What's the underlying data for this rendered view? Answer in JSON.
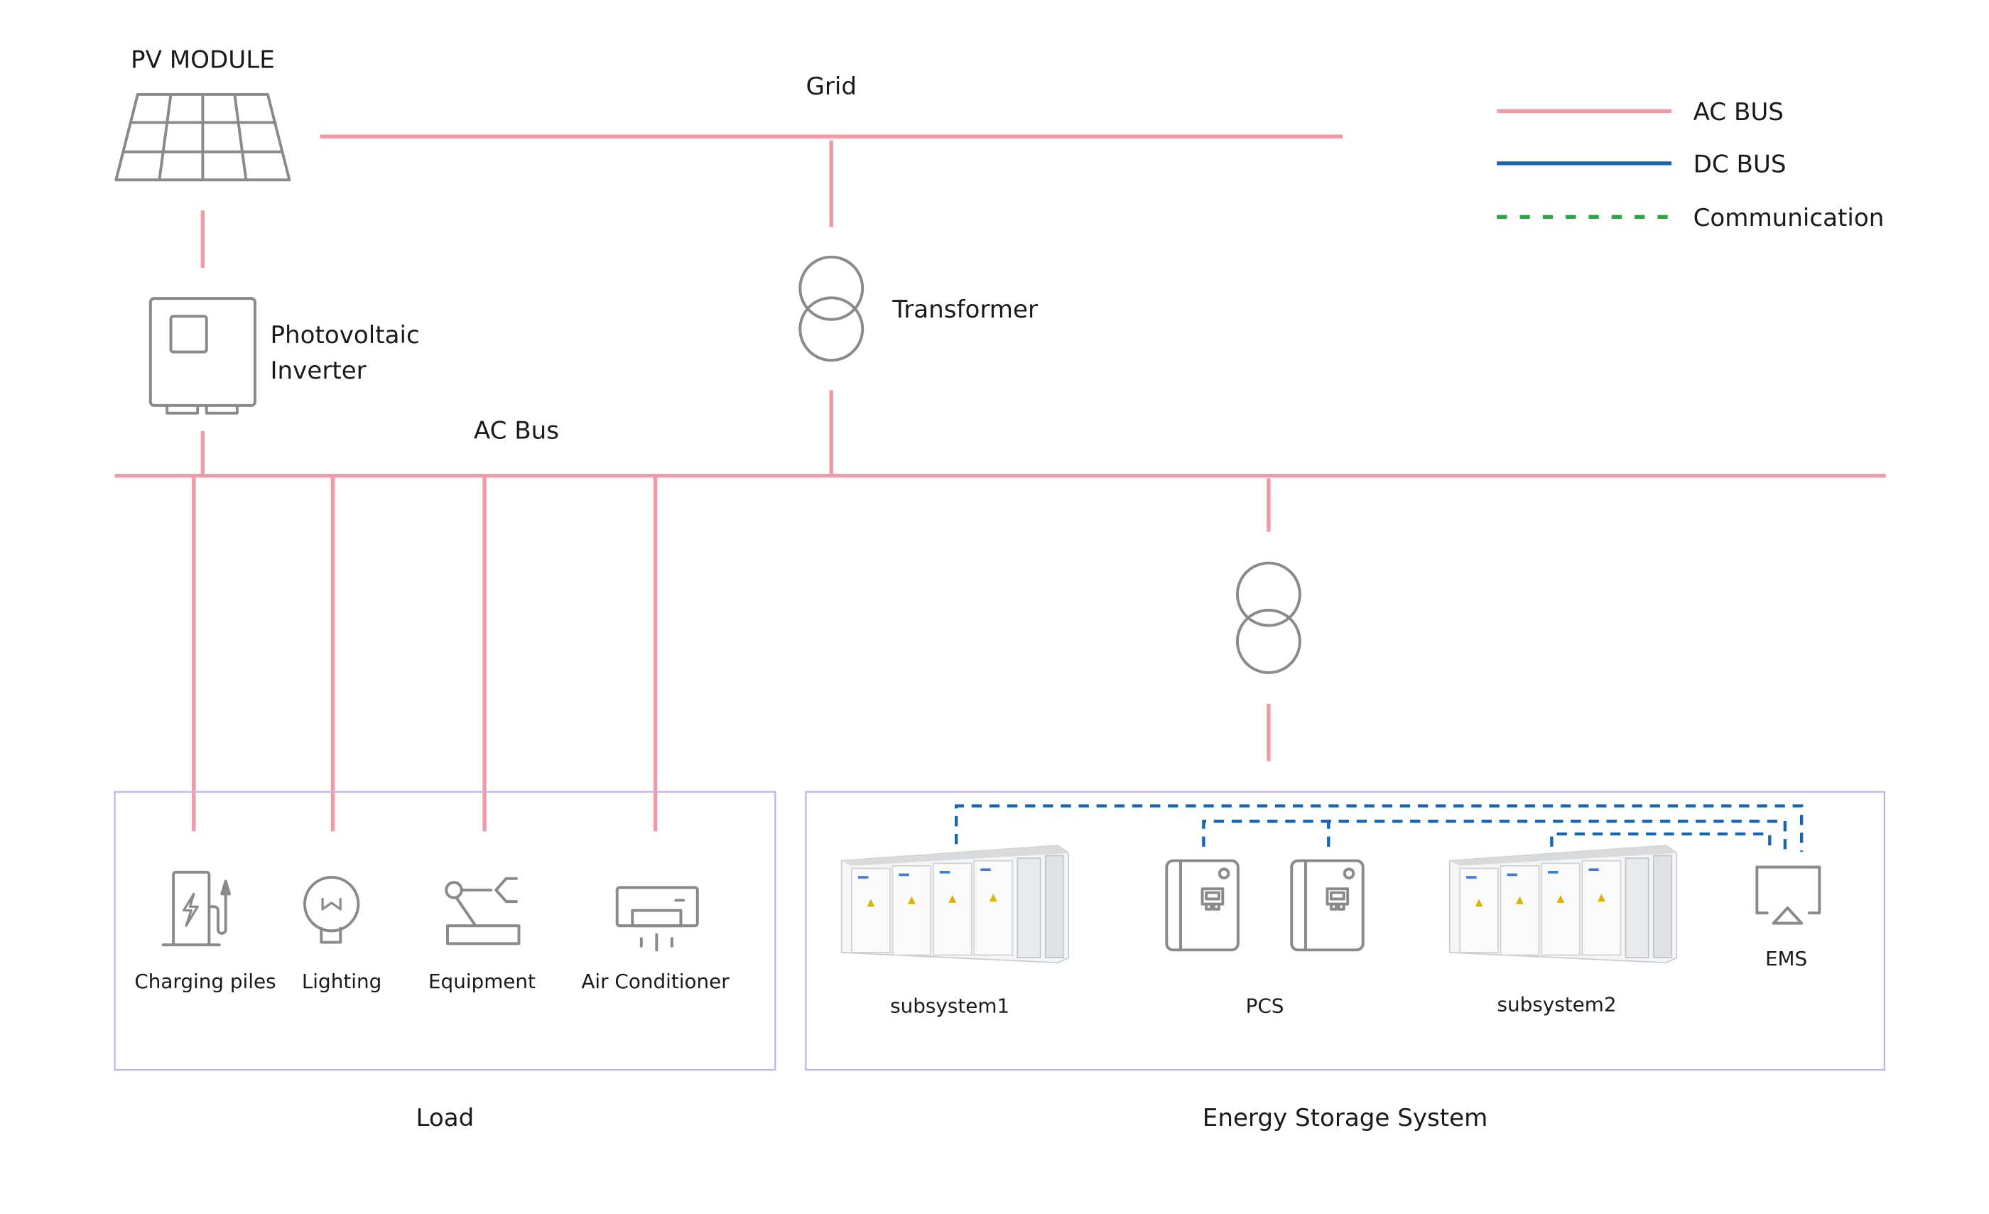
{
  "colors": {
    "ac_bus": "#ef9aa6",
    "dc_bus": "#1565b4",
    "communication": "#22aa44",
    "group_border": "#bdb8ea",
    "icon": "#8a8a8a"
  },
  "legend": {
    "ac_bus": "AC BUS",
    "dc_bus": "DC BUS",
    "communication": "Communication"
  },
  "nodes": {
    "pv_module": "PV MODULE",
    "grid": "Grid",
    "transformer": "Transformer",
    "pv_inverter_line1": "Photovoltaic",
    "pv_inverter_line2": "Inverter",
    "ac_bus": "AC Bus"
  },
  "load": {
    "title": "Load",
    "items": [
      {
        "label": "Charging piles",
        "icon": "charging-pile-icon"
      },
      {
        "label": "Lighting",
        "icon": "light-bulb-icon"
      },
      {
        "label": "Equipment",
        "icon": "robot-arm-icon"
      },
      {
        "label": "Air Conditioner",
        "icon": "air-conditioner-icon"
      }
    ]
  },
  "ess": {
    "title": "Energy Storage System",
    "subsystem1": "subsystem1",
    "pcs": "PCS",
    "subsystem2": "subsystem2",
    "ems": "EMS"
  }
}
